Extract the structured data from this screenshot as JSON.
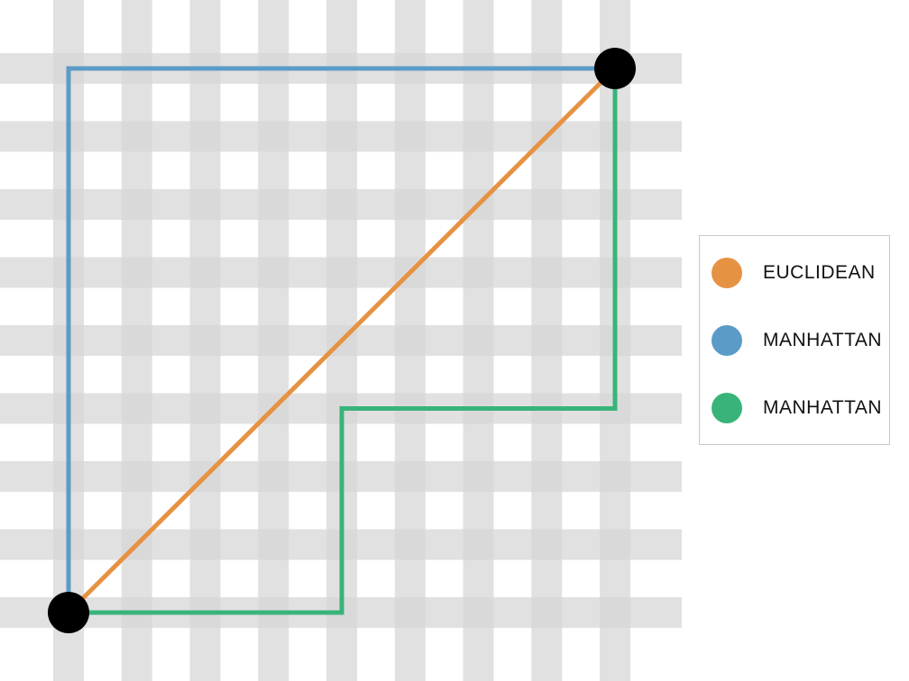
{
  "colors": {
    "grid_band": "#d7d5d5",
    "euclidean": "#e69243",
    "manhattan_blue": "#5b9bc8",
    "manhattan_green": "#38b47a",
    "endpoint": "#000000"
  },
  "diagram": {
    "grid": {
      "columns": 9,
      "rows": 9
    },
    "endpoints": [
      {
        "name": "start",
        "col": 0,
        "row": 0
      },
      {
        "name": "end",
        "col": 8,
        "row": 8
      }
    ],
    "paths": [
      {
        "id": "euclidean",
        "color_key": "euclidean",
        "points": [
          [
            0,
            0
          ],
          [
            8,
            8
          ]
        ]
      },
      {
        "id": "manhattan-blue",
        "color_key": "manhattan_blue",
        "points": [
          [
            0,
            0
          ],
          [
            0,
            8
          ],
          [
            8,
            8
          ]
        ]
      },
      {
        "id": "manhattan-green",
        "color_key": "manhattan_green",
        "points": [
          [
            0,
            0
          ],
          [
            4,
            0
          ],
          [
            4,
            3
          ],
          [
            8,
            3
          ],
          [
            8,
            8
          ]
        ]
      }
    ]
  },
  "legend": {
    "items": [
      {
        "label": "EUCLIDEAN",
        "color_key": "euclidean"
      },
      {
        "label": "MANHATTAN",
        "color_key": "manhattan_blue"
      },
      {
        "label": "MANHATTAN",
        "color_key": "manhattan_green"
      }
    ]
  }
}
